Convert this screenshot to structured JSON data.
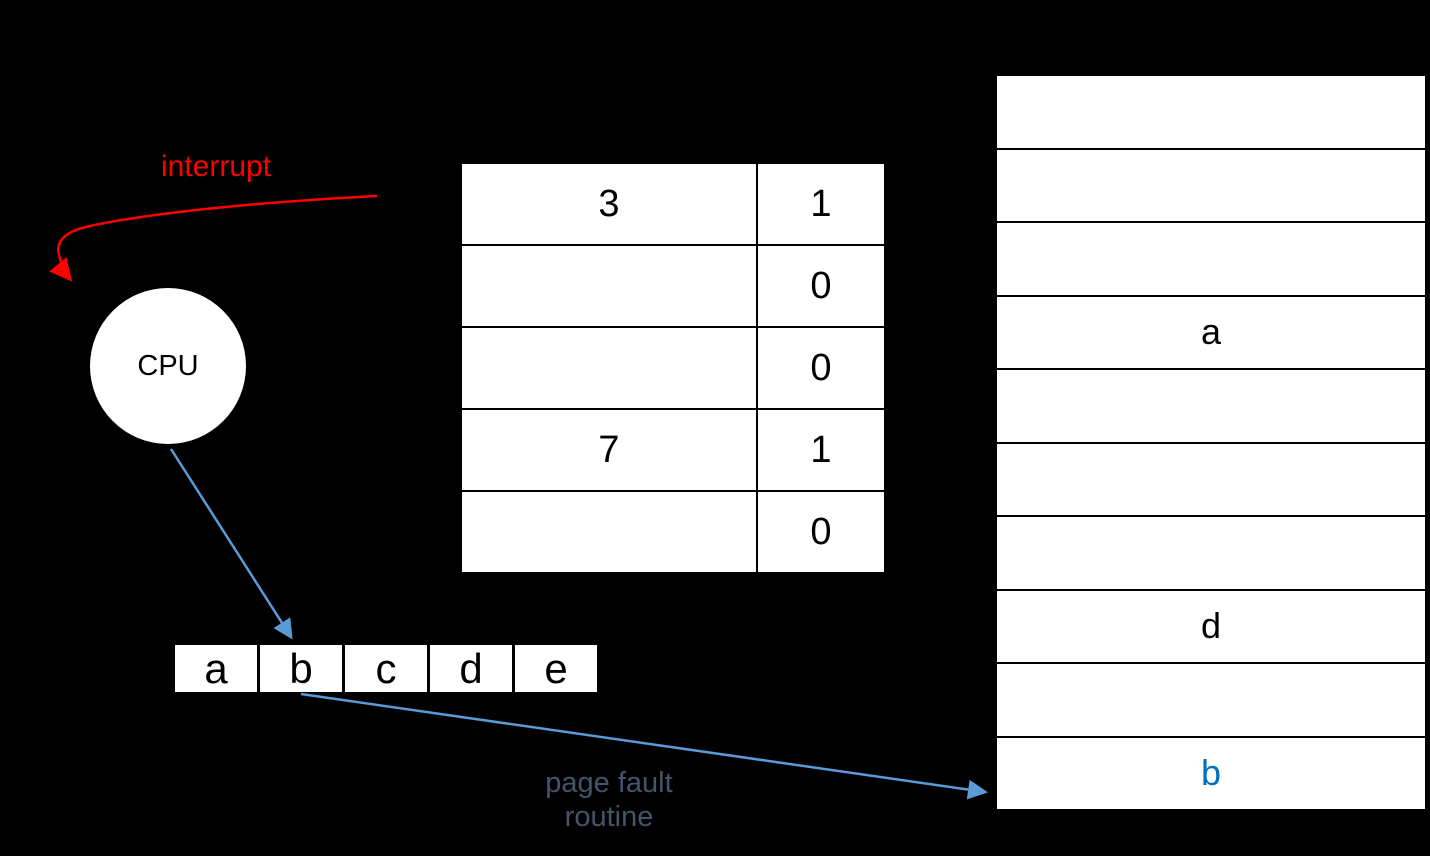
{
  "diagram": {
    "cpu": {
      "label": "CPU"
    },
    "interrupt": {
      "label": "interrupt",
      "color": "#FF0000"
    },
    "page_fault": {
      "line1": "page fault",
      "line2": "routine",
      "color": "#44546A"
    },
    "reference_string": {
      "cells": [
        "a",
        "b",
        "c",
        "d",
        "e"
      ]
    },
    "page_table": {
      "rows": [
        {
          "frame": "3",
          "valid": "1"
        },
        {
          "frame": "",
          "valid": "0"
        },
        {
          "frame": "",
          "valid": "0"
        },
        {
          "frame": "7",
          "valid": "1"
        },
        {
          "frame": "",
          "valid": "0"
        }
      ]
    },
    "physical_memory": {
      "frames": [
        "",
        "",
        "",
        "a",
        "",
        "",
        "",
        "d",
        "",
        "b"
      ],
      "highlight_frame": "b",
      "highlight_color": "#0070C0"
    },
    "colors": {
      "background": "#000000",
      "arrow_blue": "#5B9BD5",
      "arrow_red": "#FF0000",
      "table_border": "#000000",
      "cell_fill": "#FFFFFF"
    }
  }
}
